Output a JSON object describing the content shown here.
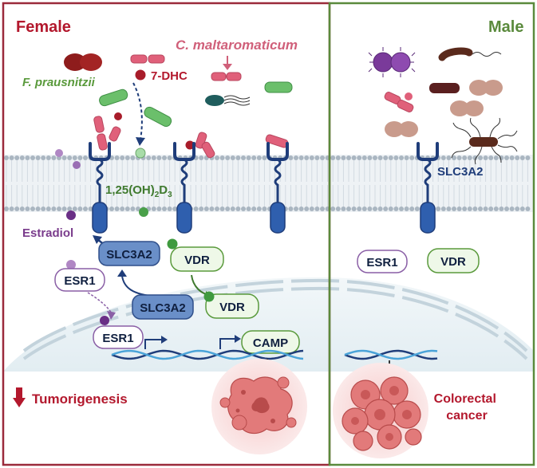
{
  "panels": {
    "female": {
      "title": "Female",
      "color": "#9b2a3b"
    },
    "male": {
      "title": "Male",
      "color": "#5a8a3c"
    }
  },
  "labels": {
    "c_maltaromaticum": "C. maltaromaticum",
    "f_prausnitzii": "F. prausnitzii",
    "dhc": "7-DHC",
    "vitd_main": "1,25(OH)",
    "vitd_sub1": "2",
    "vitd_D": "D",
    "vitd_sub2": "3",
    "estradiol": "Estradiol",
    "slc3a2": "SLC3A2",
    "vdr": "VDR",
    "esr1": "ESR1",
    "camp": "CAMP",
    "tumorigenesis": "Tumorigenesis",
    "crc_line1": "Colorectal",
    "crc_line2": "cancer"
  },
  "colors": {
    "female_accent": "#b3182d",
    "male_accent": "#5a8a3c",
    "c_malt_text": "#d0607a",
    "f_praus_text": "#5a9a3c",
    "vitd_text": "#3f7a2e",
    "estradiol_text": "#7a3c8c",
    "receptor": "#1f3d7a",
    "receptor_fill": "#2f5fae",
    "slc_fill": "#6a8fc8",
    "membrane": "#b8c4cf",
    "nucleus": "#e8f1f5",
    "tumor": "#e88a8a"
  }
}
